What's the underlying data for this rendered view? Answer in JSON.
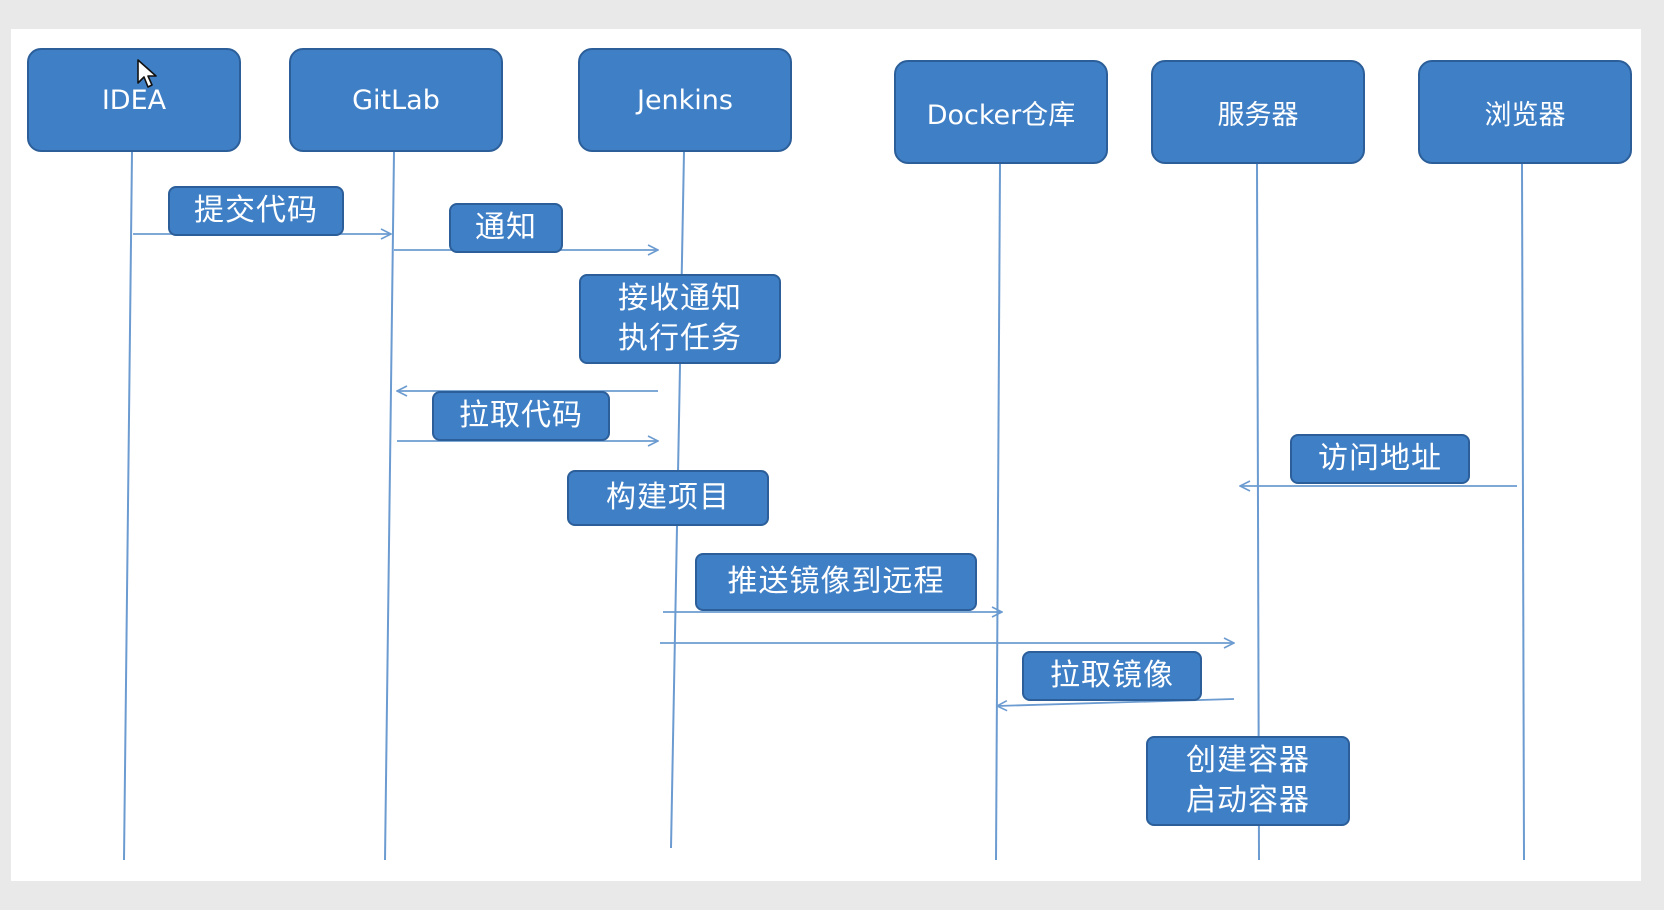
{
  "colors": {
    "box_fill": "#3f7fc6",
    "box_border": "#2c5f99",
    "line": "#6b9bd0",
    "text": "#ffffff",
    "background": "#ffffff"
  },
  "actors": [
    {
      "id": "idea",
      "label": "IDEA"
    },
    {
      "id": "gitlab",
      "label": "GitLab"
    },
    {
      "id": "jenkins",
      "label": "Jenkins"
    },
    {
      "id": "docker-registry",
      "label": "Docker仓库"
    },
    {
      "id": "server",
      "label": "服务器"
    },
    {
      "id": "browser",
      "label": "浏览器"
    }
  ],
  "steps": [
    {
      "id": "commit-code",
      "label": "提交代码",
      "from": "IDEA",
      "to": "GitLab"
    },
    {
      "id": "notify",
      "label": "通知",
      "from": "GitLab",
      "to": "Jenkins"
    },
    {
      "id": "receive-notify",
      "label": "接收通知\n执行任务",
      "at": "Jenkins"
    },
    {
      "id": "pull-code",
      "label": "拉取代码",
      "from": "Jenkins",
      "to": "GitLab"
    },
    {
      "id": "build-project",
      "label": "构建项目",
      "at": "Jenkins"
    },
    {
      "id": "push-image",
      "label": "推送镜像到远程",
      "from": "Jenkins",
      "to": "Docker仓库"
    },
    {
      "id": "visit-address",
      "label": "访问地址",
      "from": "浏览器",
      "to": "服务器"
    },
    {
      "id": "pull-image",
      "label": "拉取镜像",
      "from": "服务器",
      "to": "Docker仓库"
    },
    {
      "id": "create-container",
      "label": "创建容器\n启动容器",
      "at": "服务器"
    }
  ]
}
